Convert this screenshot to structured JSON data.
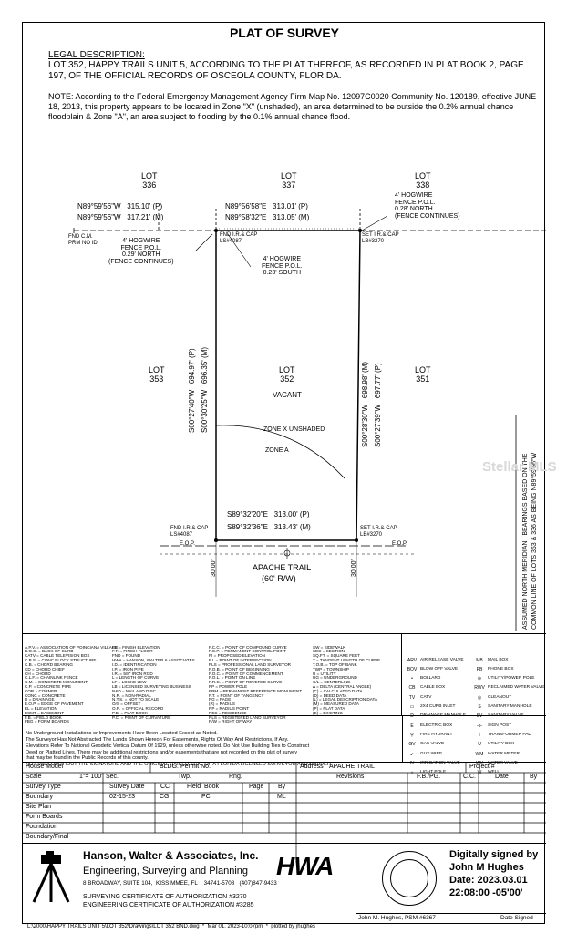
{
  "title": "PLAT OF SURVEY",
  "legal": {
    "heading": "LEGAL DESCRIPTION:",
    "text": "LOT 352, HAPPY TRAILS UNIT 5, ACCORDING TO THE PLAT THEREOF, AS RECORDED IN PLAT BOOK 2, PAGE 197, OF THE OFFICIAL RECORDS OF OSCEOLA COUNTY, FLORIDA."
  },
  "note": "NOTE:  According to the Federal Emergency Management Agency Firm Map No. 12097C0020 Community No. 120189, effective JUNE 18, 2013, this property appears to be located in Zone \"X\" (unshaded), an area determined to be outside the 0.2% annual chance floodplain & Zone \"A\", an area subject to flooding by the 0.1% annual chance flood.",
  "plat": {
    "lots": {
      "lot336": [
        "LOT",
        "336"
      ],
      "lot337": [
        "LOT",
        "337"
      ],
      "lot338": [
        "LOT",
        "338"
      ],
      "lot353": [
        "LOT",
        "353"
      ],
      "lot352": [
        "LOT",
        "352"
      ],
      "lot351": [
        "LOT",
        "351"
      ]
    },
    "vacant": "VACANT",
    "west_brg_p": "N89°59'56\"W   315.10' (P)",
    "west_brg_m": "N89°59'56\"W   317.21' (M)",
    "north_brg_p": "N89°56'58\"E   313.01' (P)",
    "north_brg_m": "N89°58'32\"E   313.05' (M)",
    "south_brg_p": "S89°32'20\"E   313.00' (P)",
    "south_brg_m": "S89°32'36\"E   313.43' (M)",
    "left_brg_p": "S00°27'40\"W   694.97' (P)",
    "left_brg_m": "S00°30'25\"W   696.35' (M)",
    "right_brg_p": "S00°28'30\"W   698.98' (M)",
    "right_brg_m": "S00°27'39\"W   697.77' (P)",
    "fnd_cm": [
      "FND C.M.",
      "PRM NO ID"
    ],
    "nw_corner": [
      "FND I.R.& CAP",
      "LS#4087"
    ],
    "ne_corner": [
      "SET I.R.& CAP",
      "LB#3270"
    ],
    "sw_corner": [
      "FND I.R.& CAP",
      "LS#4087"
    ],
    "se_corner": [
      "SET I.R.& CAP",
      "LB#3270"
    ],
    "fence_ne": [
      "4' HOGWIRE",
      "FENCE P.O.L.",
      "0.28' NORTH",
      "(FENCE CONTINUES)"
    ],
    "fence_nw": [
      "4' HOGWIRE",
      "FENCE P.O.L.",
      "0.29' NORTH",
      "(FENCE CONTINUES)"
    ],
    "fence_mid": [
      "4' HOGWIRE",
      "FENCE P.O.L.",
      "0.23' SOUTH"
    ],
    "zone_x": "ZONE X UNSHADED",
    "zone_a": "ZONE A",
    "eop": "E.O.P.",
    "road_name": "APACHE TRAIL",
    "road_width": "(60' R/W)",
    "road_dim_left": "30.00'",
    "road_dim_right": "30.00'",
    "meridian_1": "ASSUMED NORTH MERIDIAN ; BEARINGS BASED ON THE",
    "meridian_2": "COMMON LINE OF LOTS 353 & 336 AS BEING N89°59'56\"W",
    "watermark": "Stellar MLS"
  },
  "abbreviations": {
    "col1": [
      "A.P.V. = ASSOCIATION OF POINCIANA VILLAGE",
      "B.O.C. = BACK OF CURB",
      "CATV = CABLE TELEVISION BOX",
      "C.B.S. = CONC BLOCK STRUCTURE",
      "C.B. = CHORD BEARING",
      "CD = CHORD CHIEF",
      "CH = CHORD",
      "C.L.F. = CHAINLINK FENCE",
      "C.M. = CONCRETE MONUMENT",
      "C.P. = CONCRETE PIPE",
      "COR = CORNER",
      "CONC = CONCRETE",
      "D = DRAINAGE",
      "E.O.P. = EDGE OF PAVEMENT",
      "EL = ELEVATION",
      "ESMT = EASEMENT",
      "F.B. = FIELD BOOK",
      "FBG = FORM BOARDS"
    ],
    "col2": [
      "FE = FINISH ELEVATION",
      "F.F. = FINISH FLOOR",
      "FND = FOUND",
      "HWA = HANSON, WALTER & ASSOCIATES",
      "I.D. = IDENTIFICATION",
      "I.P. = IRON PIPE",
      "I.R. = 5/8\" IRON ROD",
      "L = LENGTH OF CURVE",
      "LF = LOCKE LEW",
      "LB = LICENSED SURVEYING BUSINESS",
      "N&D = NAIL AND DISC",
      "N.R. = NON-RADIAL",
      "N.T.S. = NOT TO SCALE",
      "O/S = OFFSET",
      "O.R. = OFFICIAL RECORD",
      "P.B. = PLAT BOOK",
      "P.C. = POINT OF CURVATURE"
    ],
    "col3": [
      "P.C.C. = POINT OF COMPOUND CURVE",
      "P.C.P. = PERMANENT CONTROL POINT",
      "PI = PROPOSED ELEVATION",
      "P.I. = POINT OF INTERSECTION",
      "PLS = PROFESSIONAL LAND SURVEYOR",
      "P.O.B. = POINT OF BEGINNING",
      "P.O.C. = POINT OF COMMENCEMENT",
      "P.O.L. = POINT ON LINE",
      "P.R.C. = POINT OF REVERSE CURVE",
      "PP = POWER POLE",
      "PRM = PERMANENT REFERENCE MONUMENT",
      "P.T. = POINT OF TANGENCY",
      "PG = PAGE",
      "(R) = RADIUS",
      "RP = RADIUS POINT",
      "RES = RESIDENCE",
      "RLS = REGISTERED LAND SURVEYOR",
      "R/W = RIGHT OF WAY"
    ],
    "col4": [
      "SW = SIDEWALK",
      "SEC = SECTION",
      "SQ.FT. = SQUARE FEET",
      "T = TANGENT LENGTH OF CURVE",
      "T.O.B. = TOP OF BANK",
      "TWP = TOWNSHIP",
      "U = UTILITY",
      "UG = UNDERGROUND",
      "C/L = CENTERLINE",
      "Δ = DELTA (CENTRAL ANGLE)",
      "(C) = CALCULATED DATA",
      "(D) = DEED DATA",
      "(L) = LEGAL DESCRIPTION DATA",
      "(M) = MEASURED DATA",
      "(P) = PLAT DATA",
      "(E) = EXISTING"
    ]
  },
  "legend": {
    "left": [
      "AIR RELEASE VALVE",
      "BLOW OFF VALVE",
      "BOLLARD",
      "CABLE BOX",
      "CATV",
      "2X4 CURB INLET",
      "DRAINAGE MANHOLE",
      "ELECTRIC BOX",
      "FIRE HYDRANT",
      "GAS VALVE",
      "GUY WIRE",
      "IRRIGATION VALVE",
      "LIGHT POLE"
    ],
    "right": [
      "MAIL BOX",
      "PHONE BOX",
      "UTILITY/POWER POLE",
      "RECLAIMED WATER VALVE",
      "CLEANOUT",
      "SANITARY MANHOLE",
      "SANITARY VALVE",
      "SIGN POST",
      "TRANSFORMER PAD",
      "UTILITY BOX",
      "WATER METER",
      "WATER VALVE",
      "WELL"
    ],
    "left_syms": [
      "ARV",
      "BOV",
      "•",
      "CB",
      "TV",
      "▭",
      "D",
      "E",
      "⚲",
      "GV",
      "↙",
      "IV",
      "☼"
    ],
    "right_syms": [
      "MB",
      "PB",
      "⊖",
      "RWV",
      "◎",
      "S",
      "SV",
      "-o-",
      "T",
      "U",
      "WM",
      "WV",
      "W"
    ]
  },
  "general_notes": [
    "No Underground Installations or Improvements Have Been Located Except as Noted.",
    "The Surveyor Has Not Abstracted The Lands Shown Hereon For Easements, Rights Of Way And Restrictions, If Any.",
    "Elevations Refer To National Geodetic Vertical Datum Of 1929, unless otherwise noted. Do Not Use Building Ties to Construct",
    "Deed or Platted Lines. There may be additional restrictions and/or easements that are not recorded on this plat of survey",
    "that may be found in the Public Records of this county.",
    "NOT VALID WITHOUT THE SIGNATURE AND THE ORIGINAL RAISED SEAL OF A FLORIDA LICENSED SURVEYOR AND MAPPER."
  ],
  "table": {
    "house_model_label": "House Model",
    "bldg_permit_label": "BLDG. Permit No.",
    "address_label": "Address",
    "address_value": "APACHE TRAIL",
    "project_label": "Project #",
    "scale_label": "Scale",
    "scale_value": "1\"= 100'",
    "sec_label": "Sec.",
    "twp_label": "Twp.",
    "rng_label": "Rng.",
    "headers": [
      "Survey Type",
      "Survey Date",
      "CC",
      "Field  Book",
      "Page",
      "By"
    ],
    "rows": [
      [
        "Boundary",
        "02-15-23",
        "CG",
        "PC",
        "",
        "ML"
      ],
      [
        "Site Plan",
        "",
        "",
        "",
        "",
        ""
      ],
      [
        "Form Boards",
        "",
        "",
        "",
        "",
        ""
      ],
      [
        "Foundation",
        "",
        "",
        "",
        "",
        ""
      ],
      [
        "Boundary/Final",
        "",
        "",
        "",
        "",
        ""
      ]
    ],
    "rev_headers": [
      "Revisions",
      "F.B./PG.",
      "C.C.",
      "Date",
      "By"
    ]
  },
  "company": {
    "name": "Hanson, Walter & Associates, Inc.",
    "tagline": "Engineering, Surveying and Planning",
    "address": "8 BROADWAY, SUITE 104,  KISSIMMEE, FL    34741-5708   (407)847-9433",
    "cert1": "SURVEYING CERTIFICATE OF AUTHORIZATION #3270",
    "cert2": "ENGINEERING CERTIFICATE OF AUTHORIZATION #3285",
    "logo": "HWA"
  },
  "signature": {
    "line1": "Digitally signed by",
    "line2": "John M Hughes",
    "line3": "Date: 2023.03.01",
    "line4": "22:08:00 -05'00'",
    "surveyor": "John M. Hughes, PSM #6367",
    "date_signed": "Date Signed"
  },
  "footer": "L:\\2000\\HAPPY TRAILS UNIT 5\\LOT 352\\Drawings\\LOT 352 BND.dwg  *  Mar 01, 2023-10:07pm  *  plotted by jhughes"
}
